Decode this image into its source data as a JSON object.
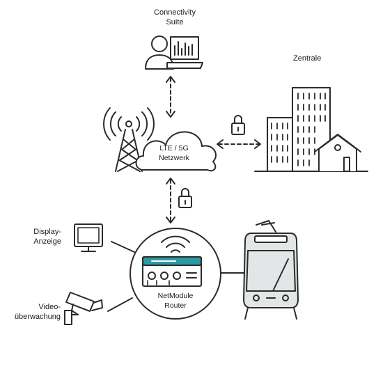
{
  "labels": {
    "connectivity_suite_line1": "Connectivity",
    "connectivity_suite_line2": "Suite",
    "zentrale": "Zentrale",
    "network_line1": "LTE / 5G",
    "network_line2": "Netzwerk",
    "display_line1": "Display-",
    "display_line2": "Anzeige",
    "video_line1": "Video-",
    "video_line2": "überwachung",
    "router_line1": "NetModule",
    "router_line2": "Router"
  },
  "colors": {
    "stroke": "#2b2b2b",
    "router_accent": "#2a9aa3",
    "tram_fill": "#e3e6e6",
    "building_fill": "#ffffff"
  },
  "icons": [
    "user-laptop-icon",
    "cell-tower-icon",
    "cloud-icon",
    "lock-icon",
    "buildings-icon",
    "house-icon",
    "monitor-icon",
    "security-camera-icon",
    "router-icon",
    "wifi-icon",
    "tram-icon"
  ]
}
